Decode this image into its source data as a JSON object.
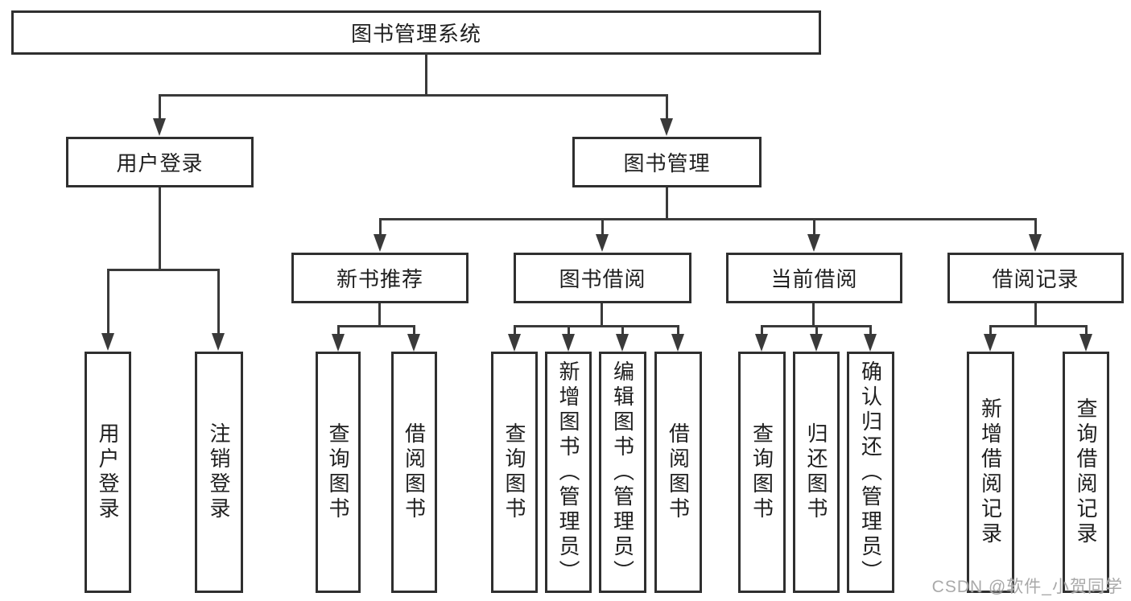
{
  "diagram": {
    "root": {
      "label": "图书管理系统"
    },
    "branches": [
      {
        "label": "用户登录",
        "leaves": [
          "用户登录",
          "注销登录"
        ]
      },
      {
        "label": "图书管理",
        "groups": [
          {
            "label": "新书推荐",
            "leaves": [
              "查询图书",
              "借阅图书"
            ]
          },
          {
            "label": "图书借阅",
            "leaves": [
              "查询图书",
              "新增图书（管理员）",
              "编辑图书（管理员）",
              "借阅图书"
            ]
          },
          {
            "label": "当前借阅",
            "leaves": [
              "查询图书",
              "归还图书",
              "确认归还（管理员）"
            ]
          },
          {
            "label": "借阅记录",
            "leaves": [
              "新增借阅记录",
              "查询借阅记录"
            ]
          }
        ]
      }
    ]
  },
  "watermark": {
    "text": "CSDN @软件_小贺同学"
  },
  "colors": {
    "line": "#3a3a3a",
    "box_border": "#2f2f2f",
    "box_text": "#1f1f1f",
    "background": "#ffffff",
    "watermark": "#a9a9a9"
  }
}
